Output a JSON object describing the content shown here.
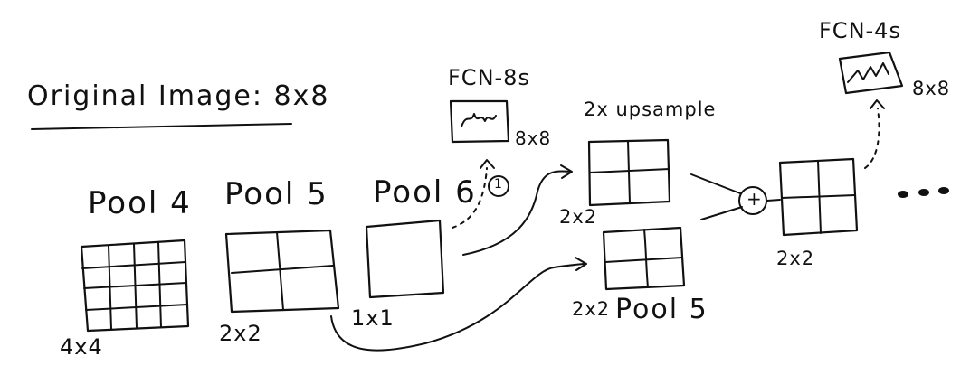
{
  "diagram": {
    "title": "Original Image: 8x8",
    "pool4": {
      "label": "Pool 4",
      "size": "4x4"
    },
    "pool5": {
      "label": "Pool 5",
      "size": "2x2"
    },
    "pool6": {
      "label": "Pool 6",
      "size": "1x1"
    },
    "fcn8s": {
      "label": "FCN-8s",
      "size": "8x8"
    },
    "upsample": {
      "label": "2x upsample",
      "size": "2x2"
    },
    "pool5_copy": {
      "label": "Pool 5",
      "size": "2x2"
    },
    "sum": {
      "symbol": "+",
      "size": "2x2"
    },
    "fcn4s": {
      "label": "FCN-4s",
      "size": "8x8"
    },
    "continuation": "...",
    "pred_symbol": "1"
  },
  "colors": {
    "ink": "#111111",
    "background": "#ffffff"
  }
}
